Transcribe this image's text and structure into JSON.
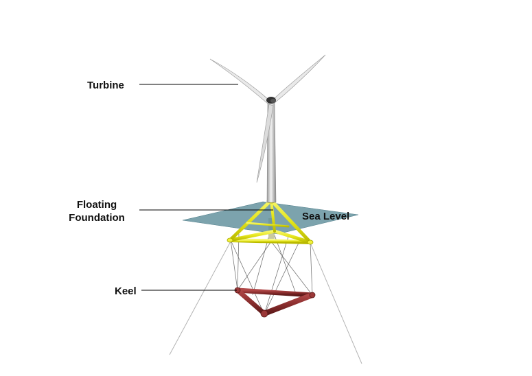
{
  "labels": {
    "turbine": "Turbine",
    "floating_line1": "Floating",
    "floating_line2": "Foundation",
    "sea_level": "Sea Level",
    "keel": "Keel"
  },
  "colors": {
    "sea_plane": "#5f8f9b",
    "foundation": "#e8e820",
    "keel": "#8b2e2e",
    "tower": "#d8d8d8",
    "lines": "#aaaaaa",
    "leader": "#000000"
  }
}
